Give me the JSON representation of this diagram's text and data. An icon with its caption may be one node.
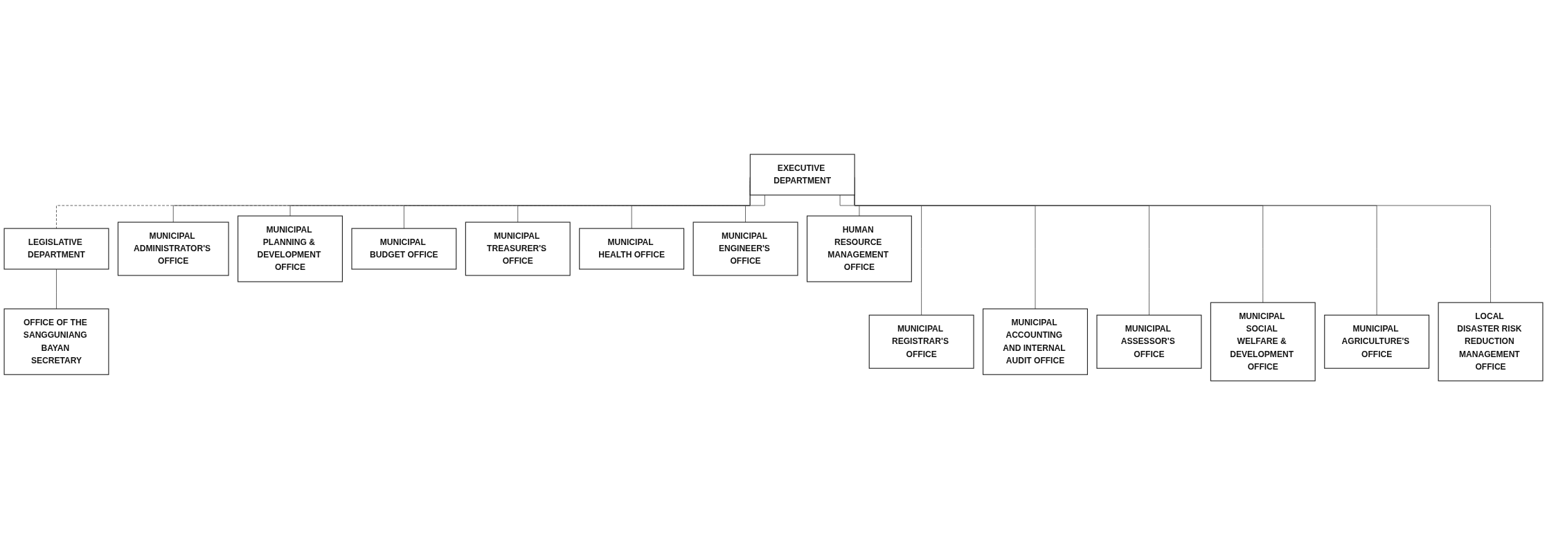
{
  "diagram": {
    "nodes": [
      {
        "text": [
          "EXECUTIVE DEPARTMENT"
        ]
      },
      {
        "text": [
          "LEGISLATIVE DEPARTMENT"
        ]
      },
      {
        "text": [
          "MUNICIPAL ADMINISTRATOR'S OFFICE"
        ]
      },
      {
        "text": [
          "MUNICIPAL PLANNING & DEVELOPMENT OFFICE"
        ]
      },
      {
        "text": [
          "MUNICIPAL BUDGET OFFICE"
        ]
      },
      {
        "text": [
          "MUNICIPAL TREASURER'S OFFICE"
        ]
      },
      {
        "text": [
          "MUNICIPAL HEALTH OFFICE"
        ]
      },
      {
        "text": [
          "MUNICIPAL ENGINEER'S OFFICE"
        ]
      },
      {
        "text": [
          "HUMAN RESOURCE MANAGEMENT OFFICE"
        ]
      },
      {
        "text": [
          "OFFICE OF THE SANGGUNIANG BAYAN SECRETARY"
        ]
      },
      {
        "text": [
          "MUNICIPAL REGISTRAR'S OFFICE"
        ]
      },
      {
        "text": [
          "MUNICIPAL ACCOUNTING AND INTERNAL AUDIT OFFICE"
        ]
      },
      {
        "text": [
          "MUNICIPAL ASSESSOR'S OFFICE"
        ]
      },
      {
        "text": [
          "MUNICIPAL SOCIAL WELFARE & DEVELOPMENT OFFICE"
        ]
      },
      {
        "text": [
          "MUNICIPAL AGRICULTURE'S OFFICE"
        ]
      },
      {
        "text": [
          "LOCAL DISASTER RISK REDUCTION MANAGEMENT OFFICE"
        ]
      }
    ],
    "edges": [
      {
        "from": 0,
        "to": 1,
        "arrow": "none",
        "style": "dashed"
      },
      {
        "from": 0,
        "to": 2,
        "arrow": "none"
      },
      {
        "from": 0,
        "to": 10,
        "arrow": "none"
      },
      {
        "from": 0,
        "to": 3,
        "arrow": "none"
      },
      {
        "from": 0,
        "to": 11,
        "arrow": "none"
      },
      {
        "from": 0,
        "to": 4,
        "arrow": "none"
      },
      {
        "from": 0,
        "to": 12,
        "arrow": "none"
      },
      {
        "from": 0,
        "to": 5,
        "arrow": "none"
      },
      {
        "from": 0,
        "to": 13,
        "arrow": "none"
      },
      {
        "from": 0,
        "to": 6,
        "arrow": "none"
      },
      {
        "from": 0,
        "to": 14,
        "arrow": "none"
      },
      {
        "from": 0,
        "to": 7,
        "arrow": "none"
      },
      {
        "from": 0,
        "to": 15,
        "arrow": "none"
      },
      {
        "from": 0,
        "to": 8,
        "arrow": "none"
      },
      {
        "from": 1,
        "to": 9,
        "arrow": "none"
      }
    ]
  }
}
